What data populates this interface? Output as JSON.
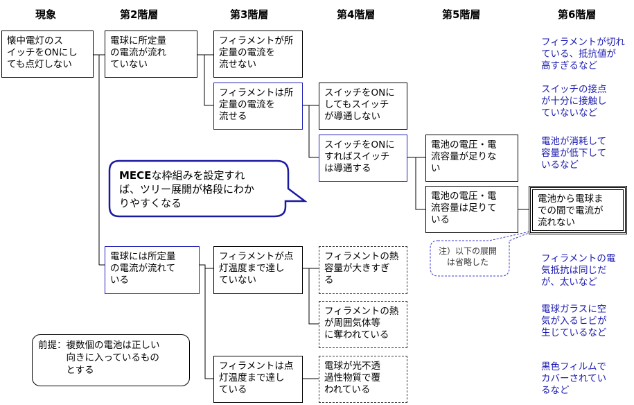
{
  "headers": [
    "現象",
    "第2階層",
    "第3階層",
    "第4階層",
    "第5階層",
    "第6階層"
  ],
  "nodes": {
    "l1": "懐中電灯のス\nイッチをONにし\nても点灯しない",
    "l2a": "電球に所定量\nの電流が流れ\nていない",
    "l2b": "電球には所定量\nの電流が流れて\nいる",
    "l3a": "フィラメントが所\n定量の電流を\n流せない",
    "l3b": "フィラメントは所\n定量の電流を\n流せる",
    "l3c": "フィラメントが点\n灯温度まで達し\nていない",
    "l3d": "フィラメントは点\n灯温度まで達し\nている",
    "l4a": "スイッチをONに\nしてもスイッチ\nが導通しない",
    "l4b": "スイッチをONに\nすればスイッチ\nは導通する",
    "l4c": "フィラメントの熱\n容量が大きすぎ\nる",
    "l4d": "フィラメントの熱\nが周囲気体等\nに奪われている",
    "l4e": "電球が光不透\n過性物質で覆\nわれている",
    "l5a": "電池の電圧・電\n流容量が足りな\nい",
    "l5b": "電池の電圧・電\n流容量は足りて\nいる",
    "l6": "電池から電球ま\nでの間で電流が\n流れない"
  },
  "notes6": [
    "フィラメントが切れ\nている、抵抗値が\n高すぎるなど",
    "スイッチの接点\nが十分に接触し\nていないなど",
    "電池が消耗して\n容量が低下して\nいるなど",
    "フィラメントの電\n気抵抗は同じだ\nが、太いなど",
    "電球ガラスに空\n気が入るヒビが\n生じているなど",
    "黒色フィルムで\nカバーされてい\nるなど"
  ],
  "callout": "MECEな枠組みを設定すれ\nば、ツリー展開が格段にわか\nりやすくなる",
  "omit_note": "注）以下の展開\n　は省略した",
  "premise": "前提：複数個の電池は正しい\n　　　向きに入っているもの\n　　　とする",
  "colors": {
    "note_text": "#1a1ab0",
    "callout_border": "#1a1aa0",
    "box_border_blue": "#1f1fb4"
  }
}
